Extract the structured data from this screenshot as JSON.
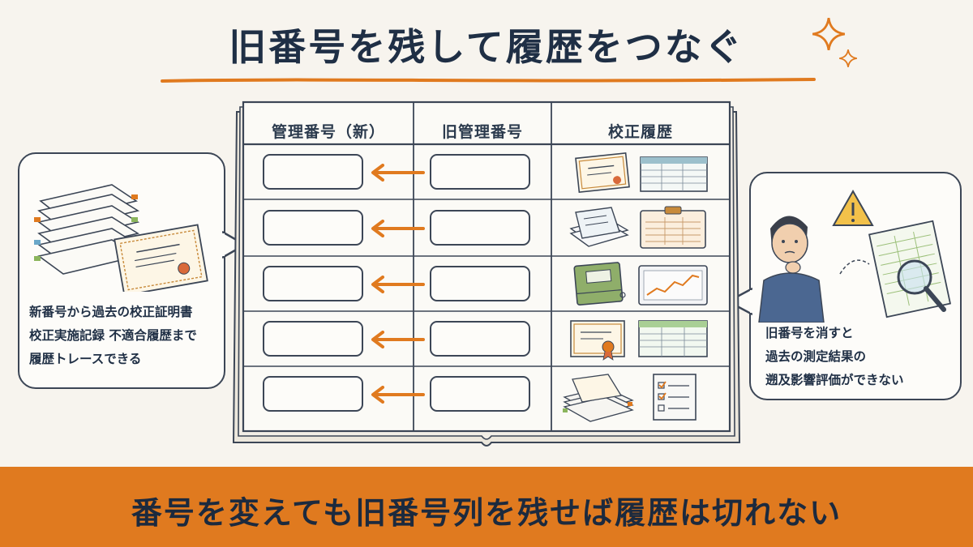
{
  "title": "旧番号を残して履歴をつなぐ",
  "columns": [
    "管理番号（新）",
    "旧管理番号",
    "校正履歴"
  ],
  "rows": [
    {
      "history_icons": [
        "certificate-icon",
        "spreadsheet-icon"
      ]
    },
    {
      "history_icons": [
        "document-stack-icon",
        "clipboard-form-icon"
      ]
    },
    {
      "history_icons": [
        "binder-icon",
        "graph-chart-icon"
      ]
    },
    {
      "history_icons": [
        "seal-certificate-icon",
        "spreadsheet-icon"
      ]
    },
    {
      "history_icons": [
        "paper-pile-icon",
        "checklist-icon"
      ]
    }
  ],
  "left_bubble": {
    "lines": [
      "新番号から過去の校正証明書",
      "校正実施記録 不適合履歴まで",
      "履歴トレースできる"
    ]
  },
  "right_bubble": {
    "lines": [
      "旧番号を消すと",
      "過去の測定結果の",
      "遡及影響評価ができない"
    ]
  },
  "footer": "番号を変えても旧番号列を残せば履歴は切れない",
  "colors": {
    "accent": "#e07a1f",
    "ink": "#2b3a4d",
    "paper": "#f7f4ee"
  }
}
